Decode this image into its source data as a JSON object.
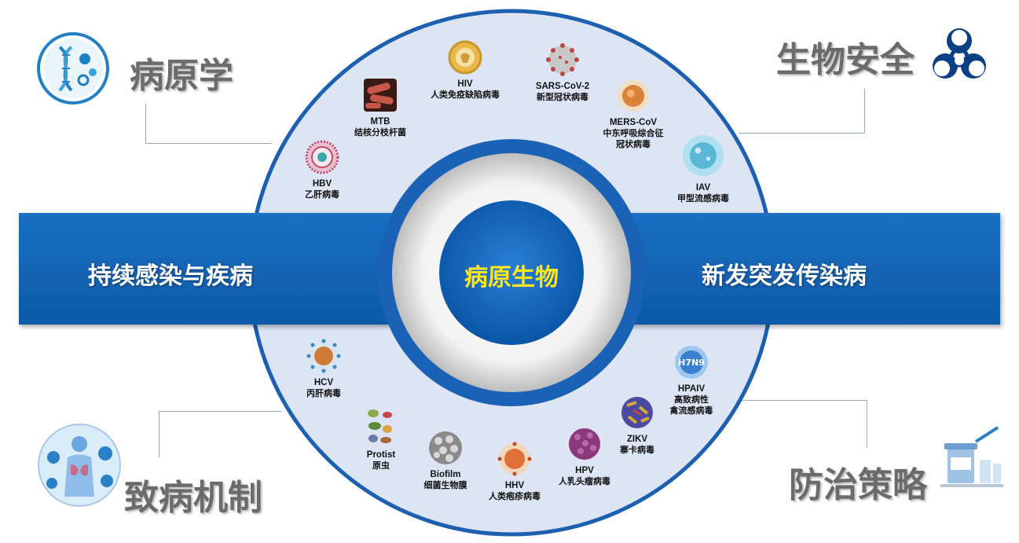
{
  "center_label": "病原生物",
  "band": {
    "left": "持续感染与疾病",
    "right": "新发突发传染病"
  },
  "corners": {
    "top_left": "病原学",
    "top_right": "生物安全",
    "bottom_left": "致病机制",
    "bottom_right": "防治策略"
  },
  "pathogens": [
    {
      "code": "HIV",
      "name": "人类免疫缺陷病毒",
      "icon": "hiv-virus-icon",
      "color": "#e8b84a"
    },
    {
      "code": "SARS-CoV-2",
      "name": "新型冠状病毒",
      "icon": "sars-cov-2-virus-icon",
      "color": "#c0443a"
    },
    {
      "code": "MTB",
      "name": "结核分枝杆菌",
      "icon": "mtb-bacteria-icon",
      "color": "#b04a3a"
    },
    {
      "code": "MERS-CoV",
      "name": "中东呼吸综合征\n冠状病毒",
      "icon": "mers-cov-virus-icon",
      "color": "#d9823a"
    },
    {
      "code": "HBV",
      "name": "乙肝病毒",
      "icon": "hbv-virus-icon",
      "color": "#c24a6a"
    },
    {
      "code": "IAV",
      "name": "甲型流感病毒",
      "icon": "iav-virus-icon",
      "color": "#5ab8d6"
    },
    {
      "code": "HCV",
      "name": "丙肝病毒",
      "icon": "hcv-virus-icon",
      "color": "#d07a3a"
    },
    {
      "code": "HPAIV",
      "name": "高致病性\n禽流感病毒",
      "icon": "hpaiv-virus-icon",
      "color": "#3b7fd0",
      "badge": "H7N9"
    },
    {
      "code": "Protist",
      "name": "原虫",
      "icon": "protist-icon",
      "color": "#8aa850"
    },
    {
      "code": "ZIKV",
      "name": "寨卡病毒",
      "icon": "zikv-virus-icon",
      "color": "#d8a83a"
    },
    {
      "code": "Biofilm",
      "name": "细菌生物膜",
      "icon": "biofilm-icon",
      "color": "#9a9a9a"
    },
    {
      "code": "HPV",
      "name": "人乳头瘤病毒",
      "icon": "hpv-virus-icon",
      "color": "#8a3a7a"
    },
    {
      "code": "HHV",
      "name": "人类疱疹病毒",
      "icon": "hhv-virus-icon",
      "color": "#e0703a"
    }
  ]
}
